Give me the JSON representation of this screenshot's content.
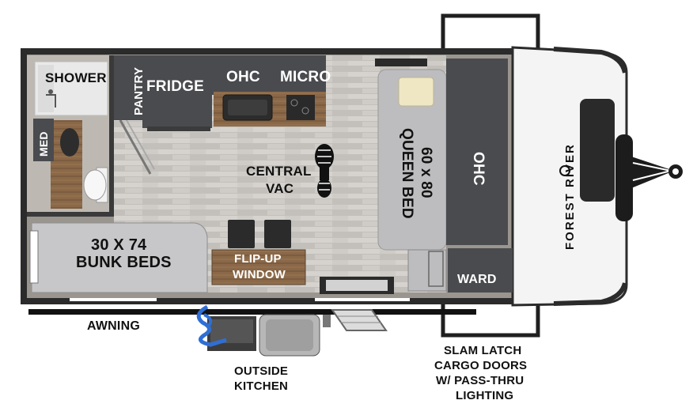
{
  "labels": {
    "shower": "SHOWER",
    "pantry": "PANTRY",
    "fridge": "FRIDGE",
    "ohc_galley": "OHC",
    "micro": "MICRO",
    "med": "MED",
    "central_vac_1": "CENTRAL",
    "central_vac_2": "VAC",
    "queen_bed_1": "60 x 80",
    "queen_bed_2": "QUEEN BED",
    "ohc_front": "OHC",
    "bunk_beds_1": "30 X 74",
    "bunk_beds_2": "BUNK BEDS",
    "flip_up_1": "FLIP-UP",
    "flip_up_2": "WINDOW",
    "ward": "WARD",
    "awning": "AWNING",
    "outside_kitchen_1": "OUTSIDE",
    "outside_kitchen_2": "KITCHEN",
    "slam_latch_1": "SLAM LATCH",
    "slam_latch_2": "CARGO DOORS",
    "slam_latch_3": "W/ PASS-THRU",
    "slam_latch_4": "LIGHTING",
    "brand": "FOREST RIVER"
  },
  "colors": {
    "wall": "#2b2b2b",
    "floor": "#c9c6c2",
    "cabinet": "#4a4b4f",
    "bed": "#bdbdbf",
    "wood": "#7a5a3c",
    "cap": "#f4f4f4"
  },
  "icons": [
    "footprint-icon",
    "hitch-icon",
    "hose-icon",
    "grill-icon"
  ]
}
